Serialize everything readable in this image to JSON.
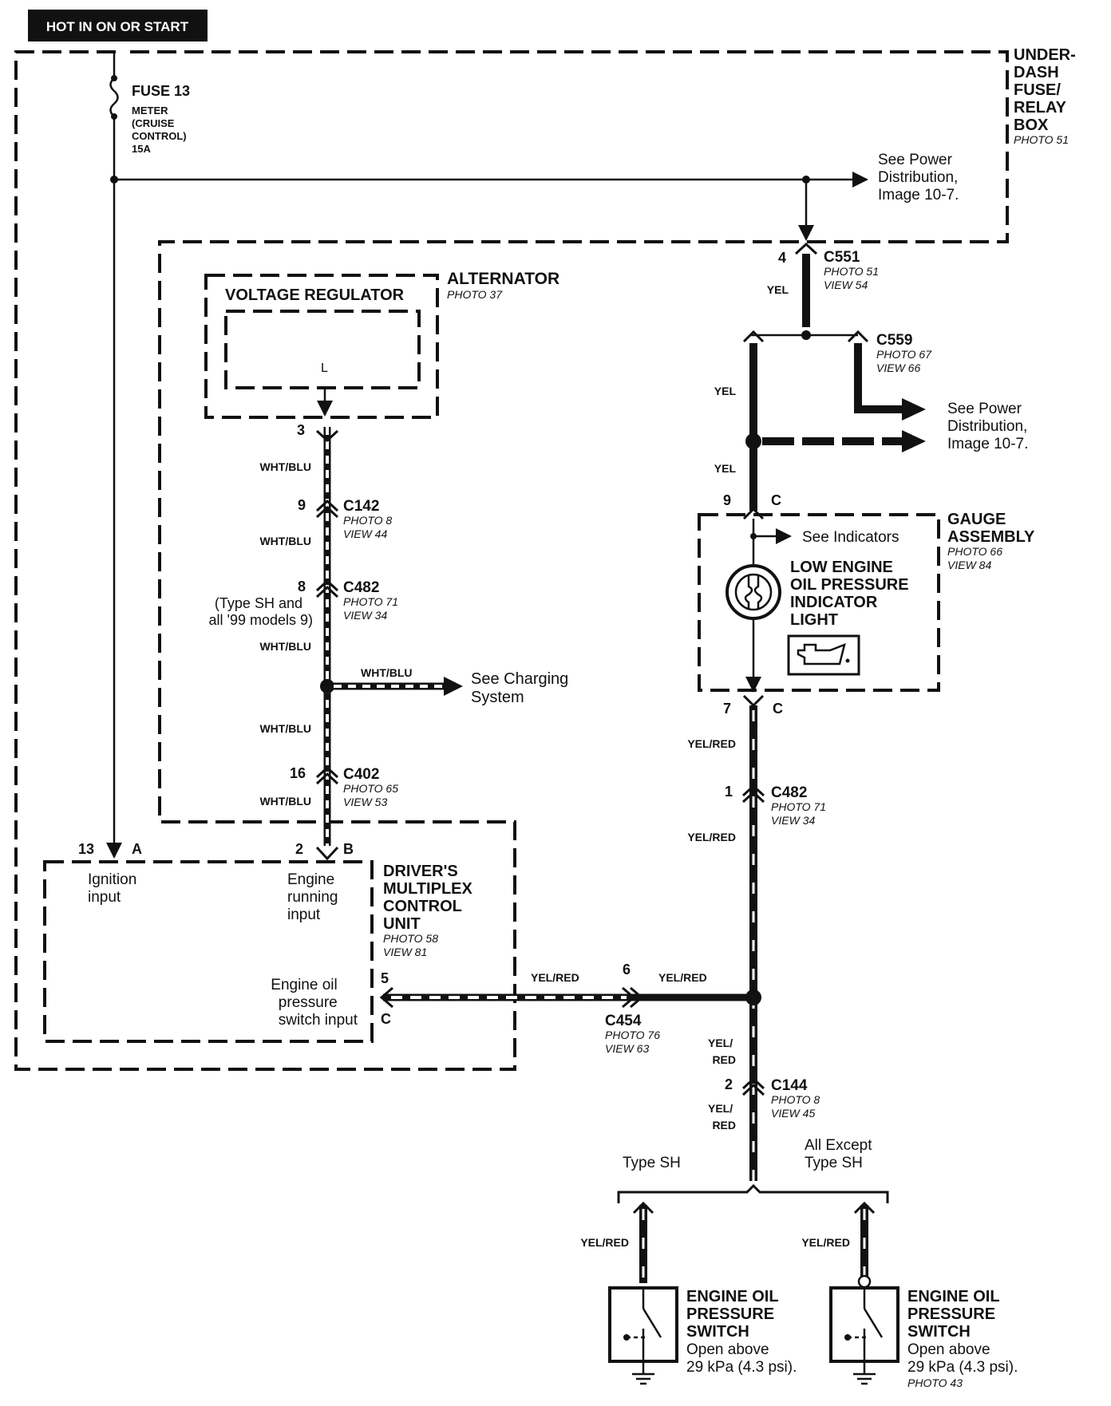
{
  "header": {
    "badge": "HOT IN ON OR START"
  },
  "fuse_box": {
    "name_lines": [
      "UNDER-",
      "DASH",
      "FUSE/",
      "RELAY",
      "BOX"
    ],
    "photo": "PHOTO 51",
    "fuse_title": "FUSE 13",
    "fuse_desc_lines": [
      "METER",
      "(CRUISE",
      "CONTROL)",
      "15A"
    ],
    "ref_lines": [
      "See Power",
      "Distribution,",
      "Image 10-7."
    ]
  },
  "alternator": {
    "title": "ALTERNATOR",
    "photo": "PHOTO 37",
    "regulator": "VOLTAGE REGULATOR",
    "terminal": "L",
    "pin": "3"
  },
  "left_circuit": {
    "wire_color": "WHT/BLU",
    "c142": {
      "pin": "9",
      "name": "C142",
      "photo": "PHOTO 8",
      "view": "VIEW 44"
    },
    "c482": {
      "pin": "8",
      "name": "C482",
      "photo": "PHOTO 71",
      "view": "VIEW 34",
      "note_lines": [
        "(Type SH and",
        "all '99 models 9)"
      ]
    },
    "charging_ref_lines": [
      "See Charging",
      "System"
    ],
    "c402": {
      "pin": "16",
      "name": "C402",
      "photo": "PHOTO 65",
      "view": "VIEW 53"
    }
  },
  "control_unit": {
    "name_lines": [
      "DRIVER'S",
      "MULTIPLEX",
      "CONTROL",
      "UNIT"
    ],
    "photo": "PHOTO 58",
    "view": "VIEW 81",
    "pin_a_num": "13",
    "pin_a_letter": "A",
    "pin_a_label_lines": [
      "Ignition",
      "input"
    ],
    "pin_b_num": "2",
    "pin_b_letter": "B",
    "pin_b_label_lines": [
      "Engine",
      "running",
      "input"
    ],
    "pin_c_num": "5",
    "pin_c_letter": "C",
    "pin_c_label_lines": [
      "Engine oil",
      "pressure",
      "switch input"
    ]
  },
  "c454": {
    "name": "C454",
    "photo": "PHOTO 76",
    "view": "VIEW 63",
    "pin": "6",
    "wire_left": "YEL/RED",
    "wire_right": "YEL/RED"
  },
  "right_circuit": {
    "c551": {
      "pin": "4",
      "name": "C551",
      "photo": "PHOTO 51",
      "view": "VIEW 54",
      "wire": "YEL"
    },
    "c559": {
      "name": "C559",
      "photo": "PHOTO 67",
      "view": "VIEW 66"
    },
    "wire_yel": "YEL",
    "power_ref_lines": [
      "See Power",
      "Distribution,",
      "Image 10-7."
    ]
  },
  "gauge": {
    "name_lines": [
      "GAUGE",
      "ASSEMBLY"
    ],
    "photo": "PHOTO 66",
    "view": "VIEW 84",
    "pin_top": "9",
    "letter_top": "C",
    "pin_bottom": "7",
    "letter_bottom": "C",
    "indicators_ref": "See Indicators",
    "light_lines": [
      "LOW ENGINE",
      "OIL PRESSURE",
      "INDICATOR",
      "LIGHT"
    ]
  },
  "lower_right": {
    "wire_yelred": "YEL/RED",
    "c482": {
      "pin": "1",
      "name": "C482",
      "photo": "PHOTO 71",
      "view": "VIEW 34"
    },
    "wire_yel_part": "YEL/",
    "wire_red_part": "RED",
    "c144": {
      "pin": "2",
      "name": "C144",
      "photo": "PHOTO 8",
      "view": "VIEW 45"
    },
    "branch_left": "Type SH",
    "branch_right_lines": [
      "All Except",
      "Type SH"
    ]
  },
  "switches": [
    {
      "wire": "YEL/RED",
      "title_lines": [
        "ENGINE OIL",
        "PRESSURE",
        "SWITCH"
      ],
      "desc_lines": [
        "Open above",
        "29 kPa (4.3 psi)."
      ],
      "photo": ""
    },
    {
      "wire": "YEL/RED",
      "title_lines": [
        "ENGINE OIL",
        "PRESSURE",
        "SWITCH"
      ],
      "desc_lines": [
        "Open above",
        "29 kPa (4.3 psi)."
      ],
      "photo": "PHOTO 43"
    }
  ]
}
